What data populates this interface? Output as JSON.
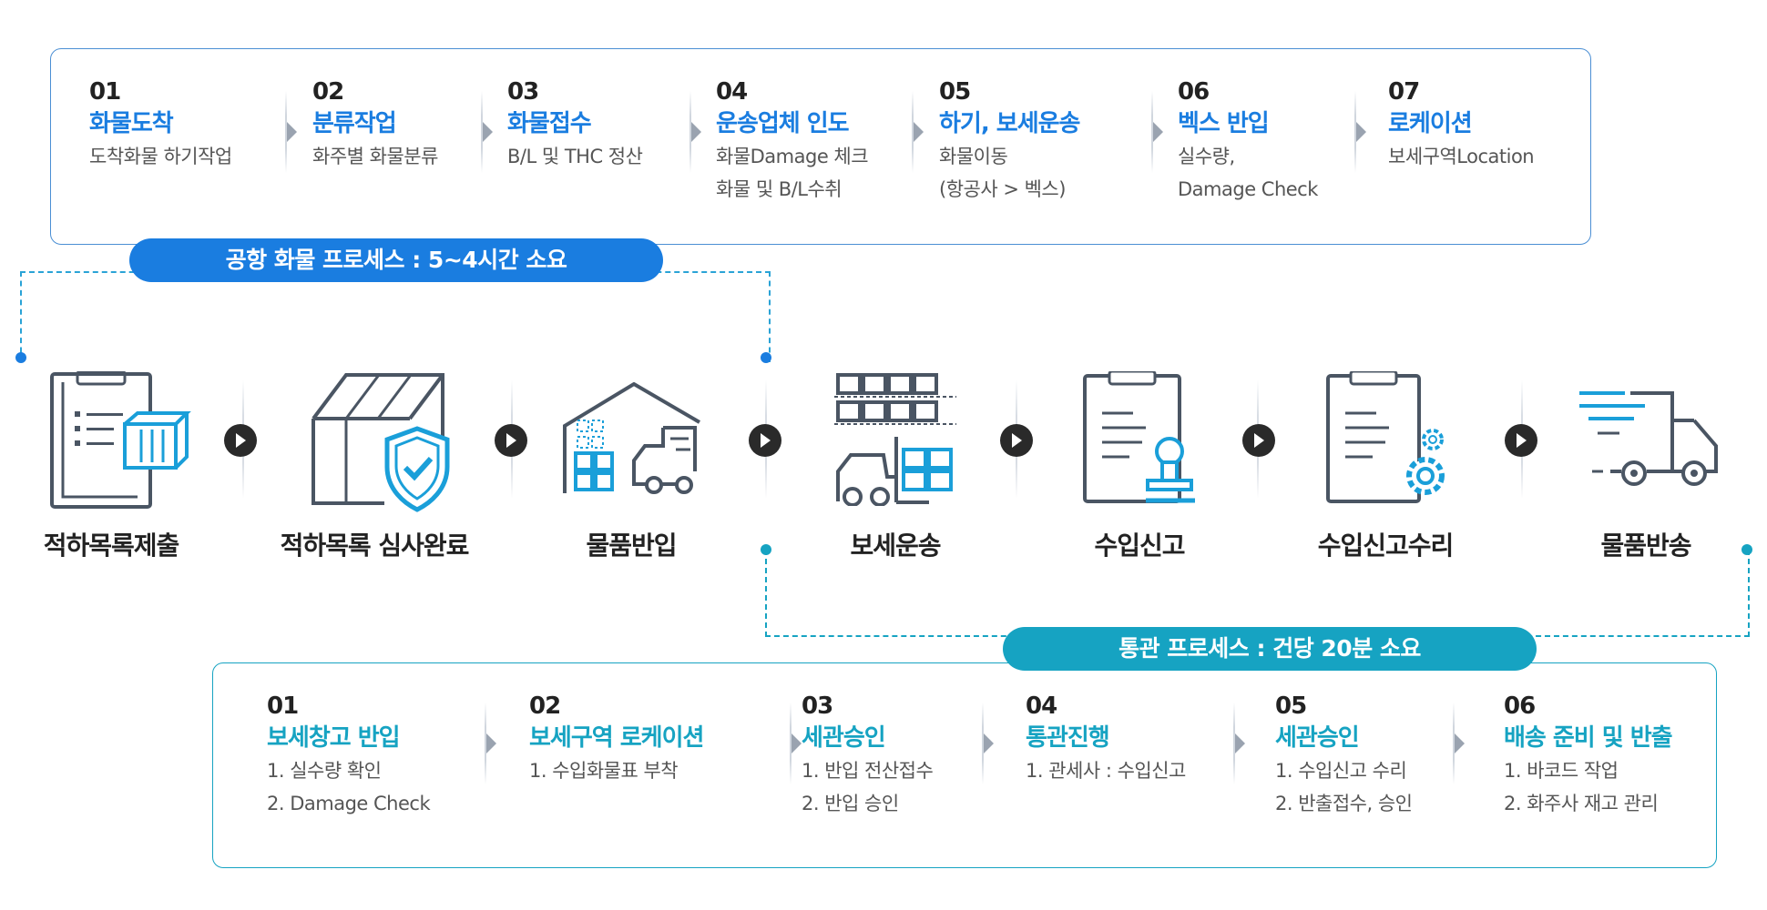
{
  "airport_process": {
    "label": "공항 화물 프로세스 : 5~4시간 소요",
    "steps": [
      {
        "num": "01",
        "title": "화물도착",
        "desc": [
          "도착화물 하기작업"
        ]
      },
      {
        "num": "02",
        "title": "분류작업",
        "desc": [
          "화주별 화물분류"
        ]
      },
      {
        "num": "03",
        "title": "화물접수",
        "desc": [
          "B/L 및 THC 정산"
        ]
      },
      {
        "num": "04",
        "title": "운송업체 인도",
        "desc": [
          "화물Damage 체크",
          "화물 및 B/L수취"
        ]
      },
      {
        "num": "05",
        "title": "하기, 보세운송",
        "desc": [
          "화물이동",
          "(항공사 > 벡스)"
        ]
      },
      {
        "num": "06",
        "title": "벡스 반입",
        "desc": [
          "실수량,",
          "Damage Check"
        ]
      },
      {
        "num": "07",
        "title": "로케이션",
        "desc": [
          "보세구역Location"
        ]
      }
    ]
  },
  "flow": {
    "stages": [
      {
        "label": "적하목록제출",
        "icon": "manifest-submit-icon"
      },
      {
        "label": "적하목록 심사완료",
        "icon": "manifest-approved-shield-icon"
      },
      {
        "label": "물품반입",
        "icon": "warehouse-truck-icon"
      },
      {
        "label": "보세운송",
        "icon": "forklift-boxes-icon"
      },
      {
        "label": "수입신고",
        "icon": "document-stamp-icon"
      },
      {
        "label": "수입신고수리",
        "icon": "document-gear-icon"
      },
      {
        "label": "물품반송",
        "icon": "delivery-truck-icon"
      }
    ]
  },
  "customs_process": {
    "label": "통관 프로세스 : 건당 20분 소요",
    "steps": [
      {
        "num": "01",
        "title": "보세창고 반입",
        "desc": [
          "1. 실수량 확인",
          "2. Damage Check"
        ]
      },
      {
        "num": "02",
        "title": "보세구역 로케이션",
        "desc": [
          "1. 수입화물표 부착"
        ]
      },
      {
        "num": "03",
        "title": "세관승인",
        "desc": [
          "1. 반입 전산접수",
          "2. 반입 승인"
        ]
      },
      {
        "num": "04",
        "title": "통관진행",
        "desc": [
          "1. 관세사 : 수입신고"
        ]
      },
      {
        "num": "05",
        "title": "세관승인",
        "desc": [
          "1. 수입신고 수리",
          "2. 반출접수, 승인"
        ]
      },
      {
        "num": "06",
        "title": "배송 준비 및 반출",
        "desc": [
          "1. 바코드 작업",
          "2. 화주사 재고 관리"
        ]
      }
    ]
  },
  "colors": {
    "airport": "#1a7de0",
    "customs": "#16a3c2",
    "icon_dark": "#4a5563",
    "icon_accent": "#1a9fd9"
  }
}
